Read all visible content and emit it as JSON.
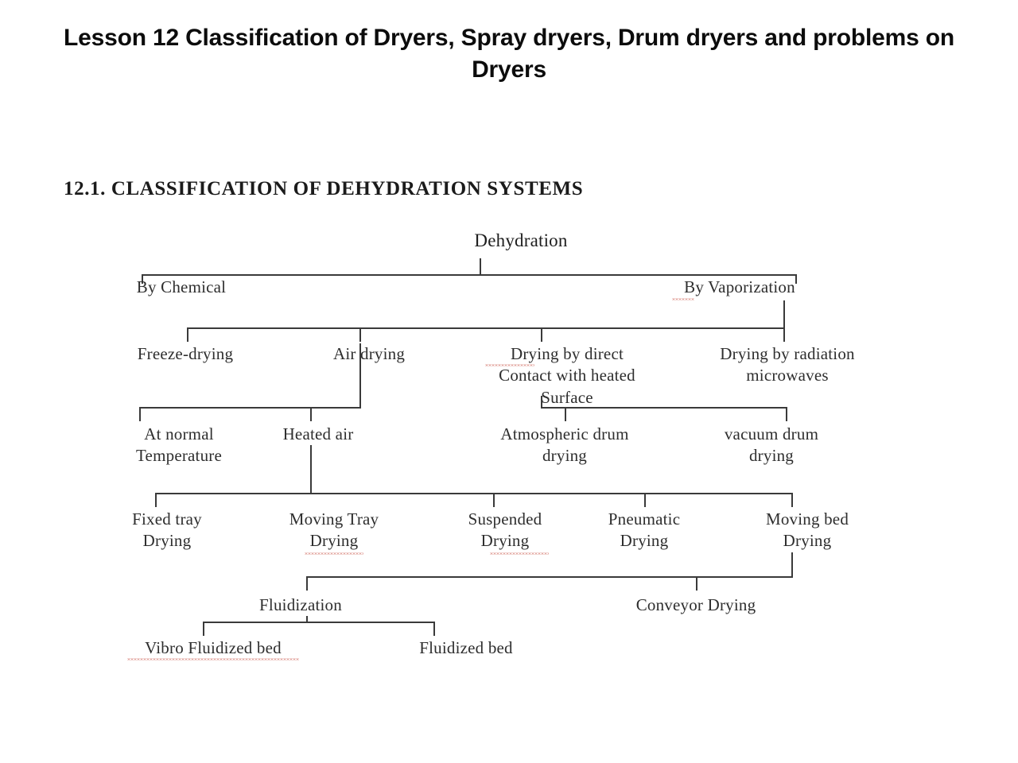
{
  "slide": {
    "title": "Lesson 12 Classification of Dryers, Spray dryers, Drum dryers and problems on Dryers",
    "section_heading": "12.1. CLASSIFICATION OF DEHYDRATION SYSTEMS"
  },
  "colors": {
    "background": "#ffffff",
    "title_text": "#0c0c0c",
    "heading_text": "#1b1b1b",
    "node_text": "#2e2e2e",
    "connector_line": "#3a3a3a",
    "spellcheck_underline": "#c0392b"
  },
  "chart_data": {
    "type": "diagram",
    "title": "12.1. CLASSIFICATION OF DEHYDRATION SYSTEMS",
    "orientation": "top-down tree",
    "root": "Dehydration",
    "nodes": [
      {
        "id": "dehydration",
        "label": "Dehydration",
        "level": 0
      },
      {
        "id": "by-chemical",
        "label": "By Chemical",
        "level": 1,
        "parent": "dehydration"
      },
      {
        "id": "by-vaporization",
        "label": "By Vaporization",
        "level": 1,
        "parent": "dehydration"
      },
      {
        "id": "freeze-drying",
        "label": "Freeze-drying",
        "level": 2,
        "parent": "by-vaporization"
      },
      {
        "id": "air-drying",
        "label": "Air drying",
        "level": 2,
        "parent": "by-vaporization"
      },
      {
        "id": "direct-contact",
        "label": "Drying by direct\nContact with heated\nSurface",
        "level": 2,
        "parent": "by-vaporization"
      },
      {
        "id": "radiation",
        "label": "Drying by radiation\nmicrowaves",
        "level": 2,
        "parent": "by-vaporization"
      },
      {
        "id": "at-normal-temp",
        "label": "At normal\nTemperature",
        "level": 3,
        "parent": "air-drying"
      },
      {
        "id": "heated-air",
        "label": "Heated air",
        "level": 3,
        "parent": "air-drying"
      },
      {
        "id": "atmospheric-drum",
        "label": "Atmospheric drum\ndrying",
        "level": 3,
        "parent": "direct-contact"
      },
      {
        "id": "vacuum-drum",
        "label": "vacuum drum\ndrying",
        "level": 3,
        "parent": "direct-contact"
      },
      {
        "id": "fixed-tray",
        "label": "Fixed tray\nDrying",
        "level": 4,
        "parent": "heated-air"
      },
      {
        "id": "moving-tray",
        "label": "Moving Tray\nDrying",
        "level": 4,
        "parent": "heated-air"
      },
      {
        "id": "suspended",
        "label": "Suspended\nDrying",
        "level": 4,
        "parent": "heated-air"
      },
      {
        "id": "pneumatic",
        "label": "Pneumatic\nDrying",
        "level": 4,
        "parent": "heated-air"
      },
      {
        "id": "moving-bed",
        "label": "Moving bed\nDrying",
        "level": 4,
        "parent": "heated-air"
      },
      {
        "id": "fluidization",
        "label": "Fluidization",
        "level": 5,
        "parent": "moving-bed"
      },
      {
        "id": "conveyor-drying",
        "label": "Conveyor Drying",
        "level": 5,
        "parent": "moving-bed"
      },
      {
        "id": "vibro-fluidized-bed",
        "label": "Vibro Fluidized bed",
        "level": 6,
        "parent": "fluidization"
      },
      {
        "id": "fluidized-bed",
        "label": "Fluidized bed",
        "level": 6,
        "parent": "fluidization"
      }
    ],
    "edges": [
      [
        "dehydration",
        "by-chemical"
      ],
      [
        "dehydration",
        "by-vaporization"
      ],
      [
        "by-vaporization",
        "freeze-drying"
      ],
      [
        "by-vaporization",
        "air-drying"
      ],
      [
        "by-vaporization",
        "direct-contact"
      ],
      [
        "by-vaporization",
        "radiation"
      ],
      [
        "air-drying",
        "at-normal-temp"
      ],
      [
        "air-drying",
        "heated-air"
      ],
      [
        "direct-contact",
        "atmospheric-drum"
      ],
      [
        "direct-contact",
        "vacuum-drum"
      ],
      [
        "heated-air",
        "fixed-tray"
      ],
      [
        "heated-air",
        "moving-tray"
      ],
      [
        "heated-air",
        "suspended"
      ],
      [
        "heated-air",
        "pneumatic"
      ],
      [
        "heated-air",
        "moving-bed"
      ],
      [
        "moving-bed",
        "fluidization"
      ],
      [
        "moving-bed",
        "conveyor-drying"
      ],
      [
        "fluidization",
        "vibro-fluidized-bed"
      ],
      [
        "fluidization",
        "fluidized-bed"
      ]
    ],
    "spellcheck_flagged_words": [
      "By (in By Vaporization)",
      "Drying (in Drying by direct Contact with heated Surface)",
      "Drying (in Moving Tray Drying)",
      "Drying (in Suspended Drying)",
      "Vibro Fluidized bed"
    ]
  }
}
